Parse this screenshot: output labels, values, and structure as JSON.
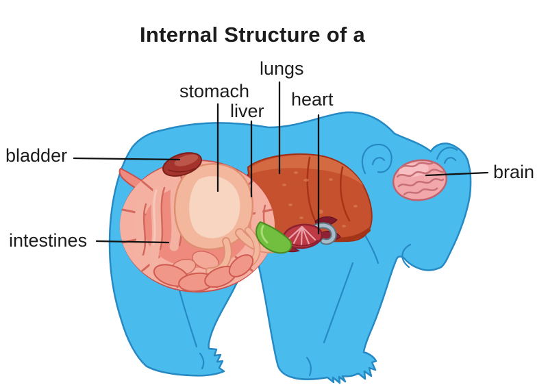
{
  "title": "Internal Structure of a",
  "labels": {
    "lungs": "lungs",
    "stomach": "stomach",
    "liver": "liver",
    "heart": "heart",
    "bladder": "bladder",
    "intestines": "intestines",
    "brain": "brain"
  },
  "colors": {
    "background": "#FFFFFF",
    "bear_body": "#49BBED",
    "bear_outline": "#2789C4",
    "lungs": "#C5512F",
    "lungs_highlight": "#D46A41",
    "liver": "#8E2133",
    "stomach": "#F3B79D",
    "stomach_highlight": "#F8D5C0",
    "intestines": "#EE8B7E",
    "intestines_light": "#F5B0A1",
    "intestines_dark": "#D3685D",
    "heart": "#BD3A45",
    "heart_streaks": "#E9A2AB",
    "gallbladder": "#72BE3E",
    "bladder": "#A5332D",
    "brain": "#F2A7AA",
    "brain_lines": "#C76F77",
    "label_text": "#1C1C1C",
    "leader_line": "#111111"
  }
}
